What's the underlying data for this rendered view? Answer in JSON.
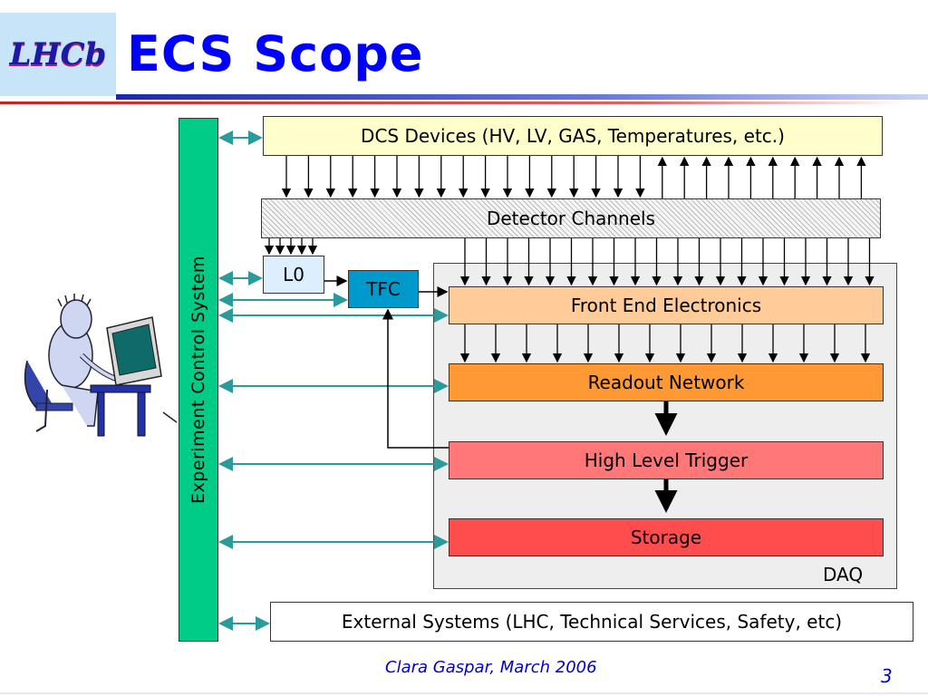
{
  "logo": {
    "text": "LHCb"
  },
  "header": {
    "title": "ECS Scope"
  },
  "diagram": {
    "ecs_label": "Experiment Control System",
    "dcs_devices": "DCS Devices (HV, LV, GAS, Temperatures, etc.)",
    "detector_channels": "Detector Channels",
    "l0": "L0",
    "tfc": "TFC",
    "front_end": "Front End Electronics",
    "readout_network": "Readout Network",
    "hlt": "High Level Trigger",
    "storage": "Storage",
    "daq": "DAQ",
    "external_systems": "External Systems (LHC, Technical Services, Safety, etc)"
  },
  "colors": {
    "ecs_bar": "#00cc88",
    "dcs_devices": "#ffffcc",
    "l0": "#ddeeff",
    "tfc": "#0099cc",
    "front_end": "#ffcc99",
    "readout_network": "#ff9933",
    "hlt": "#ff7777",
    "storage": "#ff4d4d",
    "connector": "#2a9a9a"
  },
  "footer": {
    "author": "Clara Gaspar, March 2006",
    "page": "3"
  }
}
